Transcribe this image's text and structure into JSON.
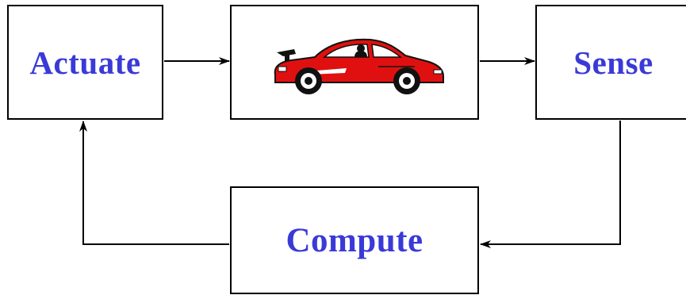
{
  "diagram": {
    "type": "feedback-loop",
    "blocks": {
      "actuate": "Actuate",
      "plant_image": "red-sports-car-icon",
      "sense": "Sense",
      "compute": "Compute"
    },
    "edges": [
      {
        "from": "actuate",
        "to": "plant"
      },
      {
        "from": "plant",
        "to": "sense"
      },
      {
        "from": "sense",
        "to": "compute"
      },
      {
        "from": "compute",
        "to": "actuate"
      }
    ],
    "colors": {
      "label": "#3a3ad8",
      "car_body": "#e01010",
      "outline": "#000000"
    }
  }
}
